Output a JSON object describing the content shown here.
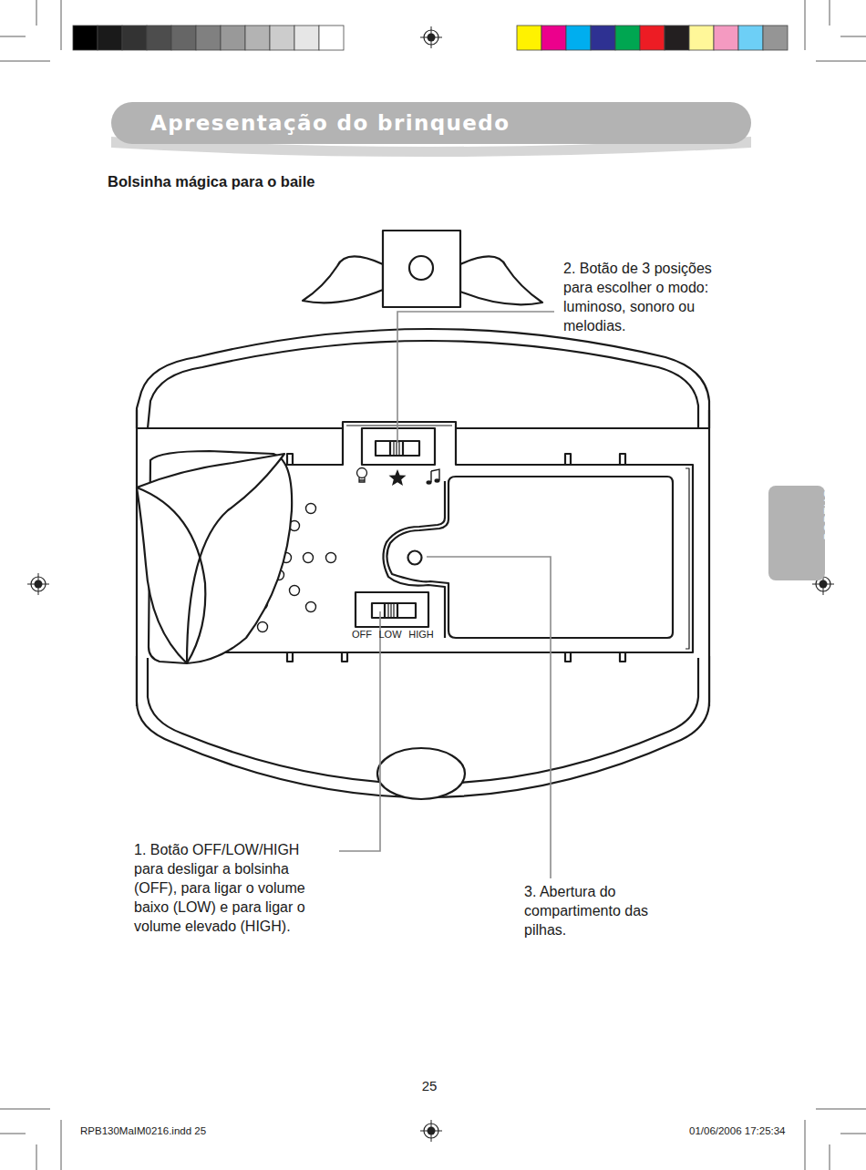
{
  "diagram": {
    "nodes": [
      {
        "text": [
          "Apresentação do brinquedo"
        ]
      },
      {
        "text": [
          "PORTUGUÊS"
        ]
      }
    ],
    "edges": [],
    "labels": [
      "Bolsinha mágica para o baile",
      "2. Botão de 3 posições para escolher o modo: luminoso, sonoro ou melodias.",
      "1. Botão OFF/LOW/HIGH para desligar a bolsinha (OFF), para ligar o volume baixo (LOW) e para ligar o volume elevado (HIGH).",
      "3. Abertura do compartimento das pilhas.",
      "OFF",
      "LOW",
      "HIGH",
      "25",
      "RPB130MaIM0216.indd 25",
      "01/06/2006 17:25:34"
    ]
  }
}
